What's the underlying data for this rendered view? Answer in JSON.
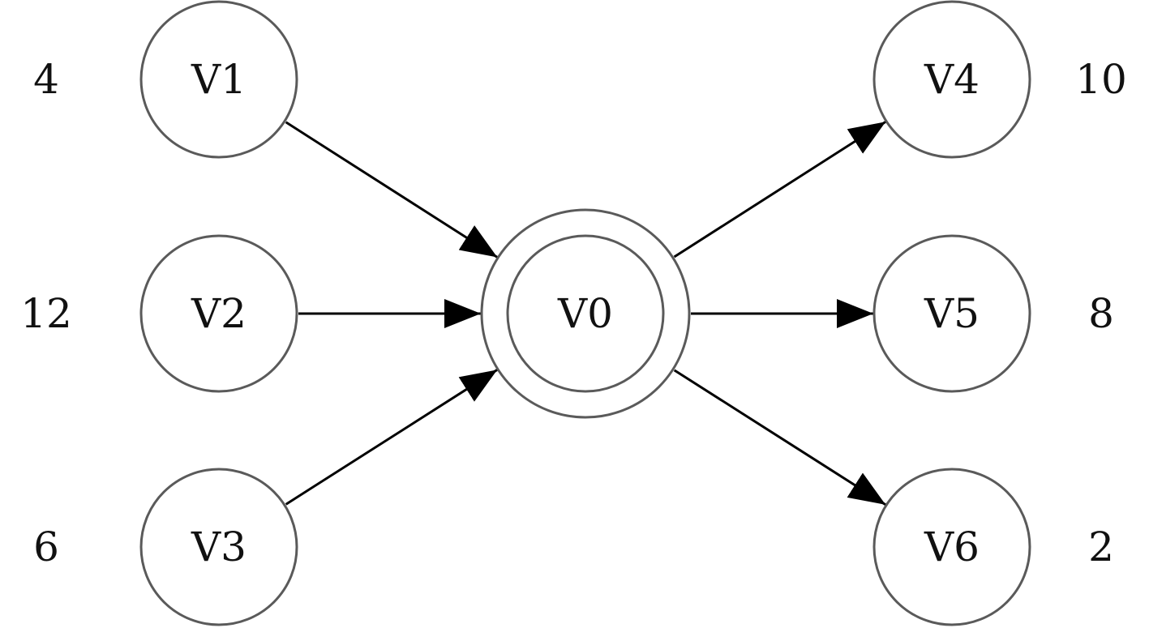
{
  "nodes": {
    "v0": {
      "label": "V0"
    },
    "v1": {
      "label": "V1",
      "weight": "4"
    },
    "v2": {
      "label": "V2",
      "weight": "12"
    },
    "v3": {
      "label": "V3",
      "weight": "6"
    },
    "v4": {
      "label": "V4",
      "weight": "10"
    },
    "v5": {
      "label": "V5",
      "weight": "8"
    },
    "v6": {
      "label": "V6",
      "weight": "2"
    }
  },
  "edges": [
    {
      "from": "v1",
      "to": "v0"
    },
    {
      "from": "v2",
      "to": "v0"
    },
    {
      "from": "v3",
      "to": "v0"
    },
    {
      "from": "v0",
      "to": "v4"
    },
    {
      "from": "v0",
      "to": "v5"
    },
    {
      "from": "v0",
      "to": "v6"
    }
  ]
}
